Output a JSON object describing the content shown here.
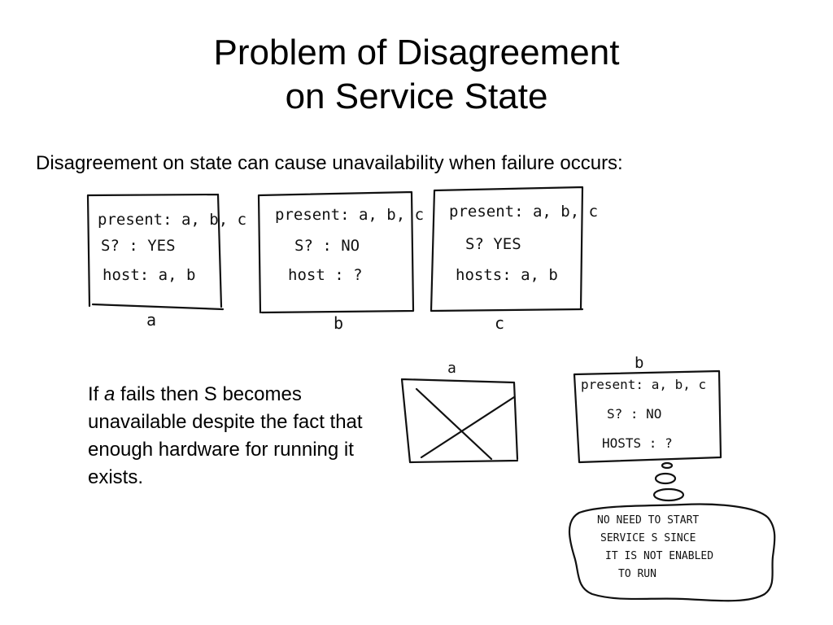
{
  "slide": {
    "title_line1": "Problem of Disagreement",
    "title_line2": "on Service State",
    "subtitle": "Disagreement on state can cause unavailability when failure occurs:",
    "caption": {
      "prefix": "If ",
      "italic": "a",
      "rest": " fails then S becomes unavailable despite the fact that enough hardware for running it exists."
    }
  },
  "nodes": [
    {
      "label": "a",
      "lines": [
        "present: a, b, c",
        "S? : YES",
        "host: a, b"
      ]
    },
    {
      "label": "b",
      "lines": [
        "present: a, b, c",
        "S? : NO",
        "host : ?"
      ]
    },
    {
      "label": "c",
      "lines": [
        "present: a, b, c",
        "S? YES",
        "hosts: a, b"
      ]
    }
  ],
  "failure_scene": {
    "failed_label": "a",
    "survivor": {
      "label": "b",
      "lines": [
        "present: a, b, c",
        "S? : NO",
        "HOSTS : ?"
      ]
    },
    "thought": [
      "NO NEED TO START",
      "SERVICE S  SINCE",
      "IT IS NOT  ENABLED",
      "TO  RUN"
    ]
  }
}
